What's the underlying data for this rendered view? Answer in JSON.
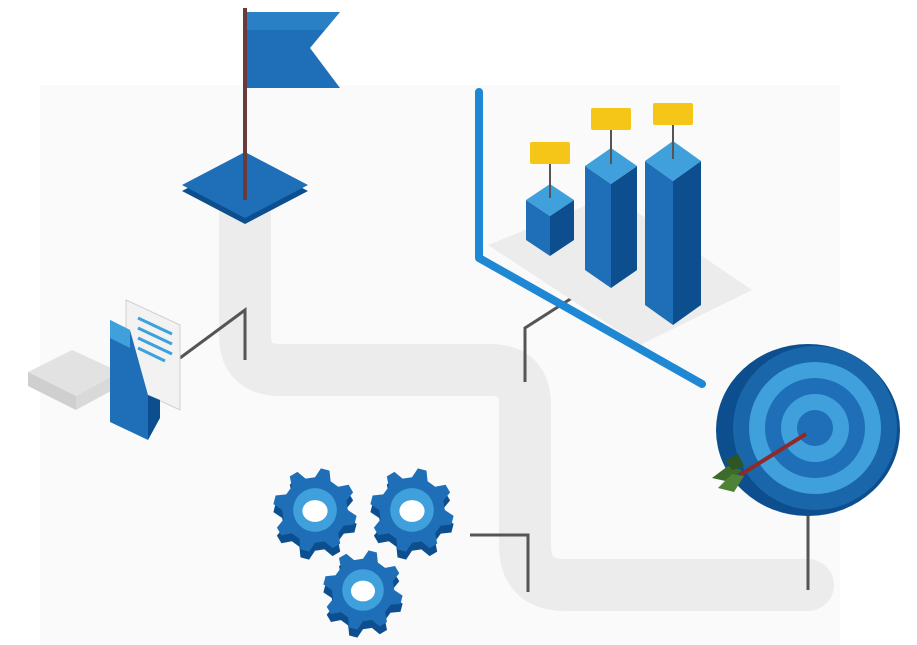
{
  "illustration": {
    "icons": {
      "flag": "flag-icon",
      "documents": "documents-icon",
      "bar_chart": "bar-chart-icon",
      "target": "target-icon",
      "arrow": "arrow-icon",
      "gears": "gears-icon"
    },
    "colors": {
      "primary_blue": "#1e6fb8",
      "dark_blue": "#0d4f8e",
      "light_blue": "#3fa0dc",
      "path_gray": "#ececec",
      "connector_gray": "#555555",
      "label_yellow": "#f5c518",
      "arrow_red": "#8e2a2a",
      "fletching_green": "#3d6b2a"
    },
    "chart_data": {
      "type": "bar",
      "values": [
        1,
        2.6,
        3.6
      ],
      "ylim": [
        0,
        4
      ]
    }
  }
}
